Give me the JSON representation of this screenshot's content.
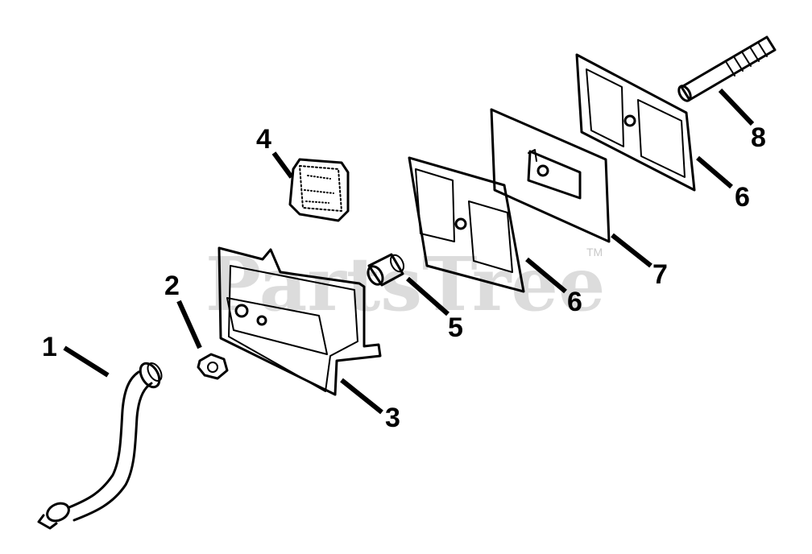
{
  "watermark": {
    "text": "PartsTree",
    "trademark": "TM"
  },
  "callouts": [
    {
      "id": "callout-1",
      "label": "1"
    },
    {
      "id": "callout-2",
      "label": "2"
    },
    {
      "id": "callout-3",
      "label": "3"
    },
    {
      "id": "callout-4",
      "label": "4"
    },
    {
      "id": "callout-5",
      "label": "5"
    },
    {
      "id": "callout-6a",
      "label": "6"
    },
    {
      "id": "callout-6b",
      "label": "6"
    },
    {
      "id": "callout-7",
      "label": "7"
    },
    {
      "id": "callout-8",
      "label": "8"
    }
  ],
  "colors": {
    "ink": "#000000",
    "watermark": "#d6d6d6",
    "background": "#ffffff"
  }
}
